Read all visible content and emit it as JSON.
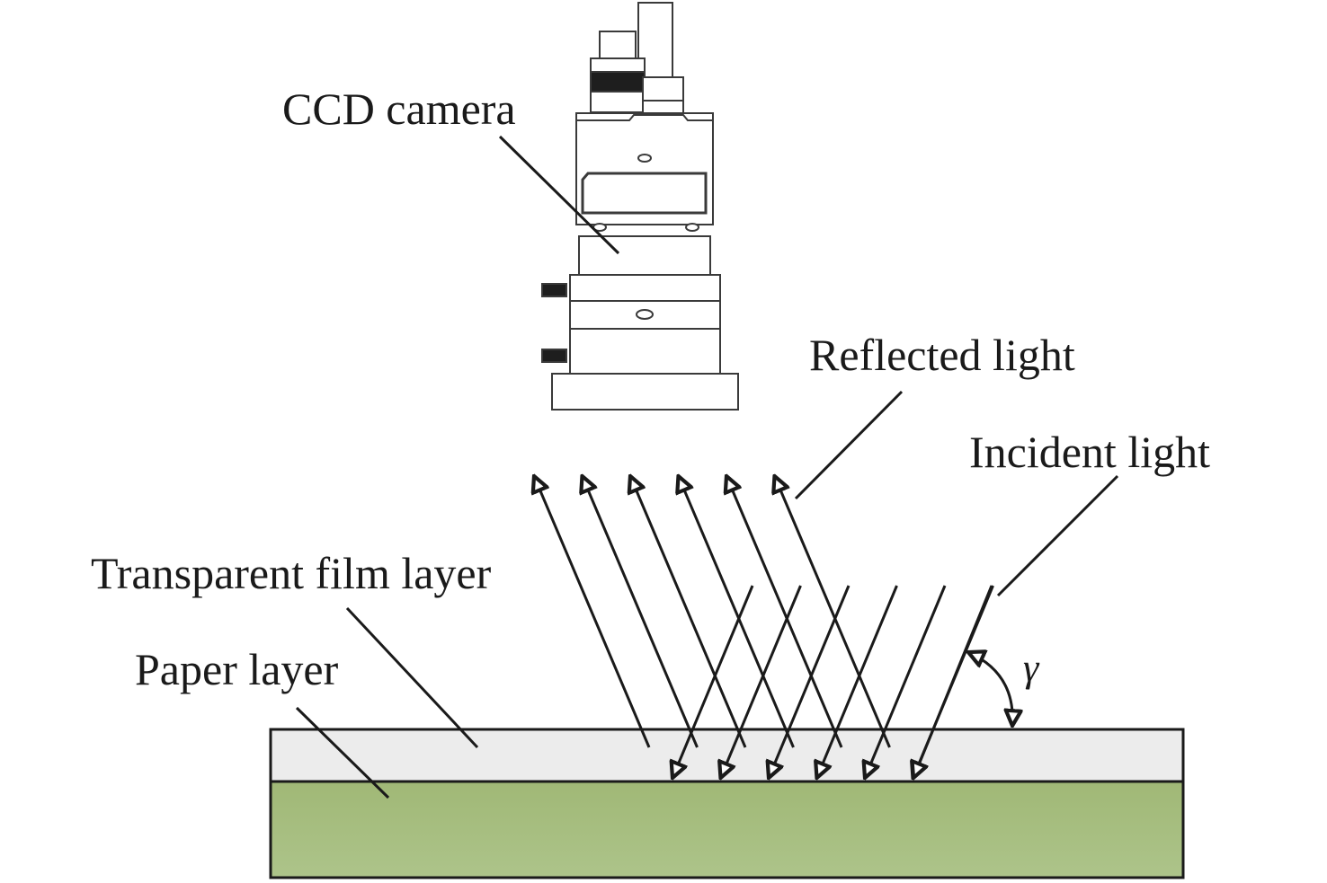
{
  "labels": {
    "camera": "CCD camera",
    "reflected": "Reflected light",
    "incident": "Incident light",
    "film": "Transparent film layer",
    "paper": "Paper layer",
    "angle": "γ"
  },
  "colors": {
    "film_fill": "#ececec",
    "paper_fill_top": "#a0b876",
    "paper_fill_bottom": "#adc48a",
    "stroke": "#1a1a1a"
  },
  "rays": {
    "incident_count": 6,
    "reflected_count": 6
  }
}
